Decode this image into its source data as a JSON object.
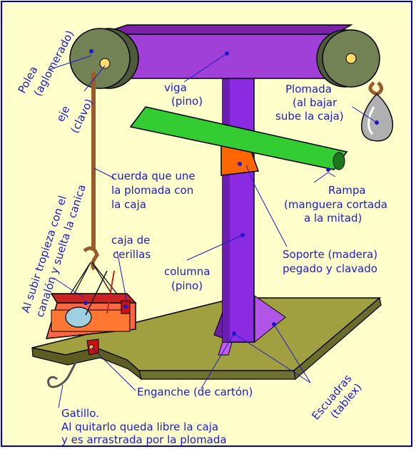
{
  "labels": {
    "polea_1": "Polea",
    "polea_2": "(aglomerado)",
    "eje_1": "eje",
    "eje_2": "(clavo)",
    "viga_1": "viga",
    "viga_2": "(pino)",
    "plomada_1": "Plomada",
    "plomada_2": "(al bajar",
    "plomada_3": "sube la caja)",
    "cuerda_1": "cuerda que une",
    "cuerda_2": "la plomada con",
    "cuerda_3": "la caja",
    "rampa_1": "Rampa",
    "rampa_2": "(manguera cortada",
    "rampa_3": "a la mitad)",
    "tropieza_1": "Al subir tropieza con el",
    "tropieza_2": "canalón y suelta la canica",
    "caja_1": "caja de",
    "caja_2": "cerillas",
    "soporte_1": "Soporte (madera)",
    "soporte_2": "pegado y clavado",
    "columna_1": "columna",
    "columna_2": "(pino)",
    "enganche": "Enganche (de cartón)",
    "escuadras_1": "Escuadras",
    "escuadras_2": "(tablex)",
    "gatillo_1": "Gatillo.",
    "gatillo_2": "Al quitarlo queda libre la caja",
    "gatillo_3": "y es arrastrada por la plomada"
  },
  "colors": {
    "background": "#ffffcc",
    "frame": "#0000cc",
    "beam": "#9933cc",
    "column": "#8a2be2",
    "pulley": "#6e7b52",
    "ramp": "#33cc33",
    "support": "#ff6600",
    "base": "#99993a",
    "box": "#ee3333",
    "marble": "#99ccdd",
    "rope": "#9b5a2a",
    "text": "#1a1acc"
  }
}
